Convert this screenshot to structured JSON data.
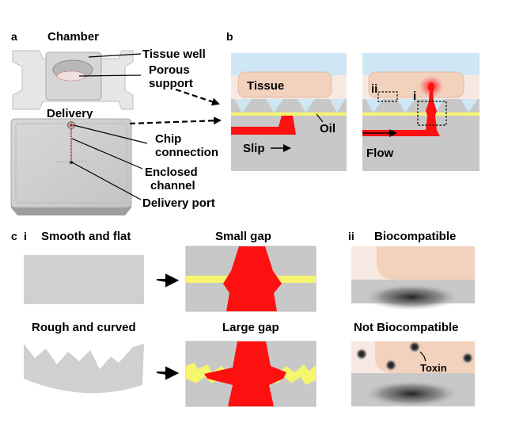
{
  "colors": {
    "tissue": "#f2d1bd",
    "tissue_dark": "#e6bda4",
    "media": "#cfe6f4",
    "slip": "#c8c8c8",
    "oil": "#f5f56e",
    "delivery": "#ff1010",
    "device_frame": "#dcdcdc"
  },
  "panel_a": {
    "letter": "a",
    "chamber_title": "Chamber",
    "delivery_title": "Delivery",
    "callouts": {
      "tissue_well": "Tissue well",
      "porous_1": "Porous",
      "porous_2": "support",
      "chip_1": "Chip",
      "chip_2": "connection",
      "enclosed_1": "Enclosed",
      "enclosed_2": "channel",
      "delivery_port": "Delivery port"
    }
  },
  "panel_b": {
    "letter": "b",
    "tissue": "Tissue",
    "oil": "Oil",
    "slip": "Slip",
    "flow": "Flow",
    "box_ii": "ii",
    "box_i": "i"
  },
  "panel_c": {
    "letter": "c",
    "sub_i": "i",
    "sub_ii": "ii",
    "smooth": "Smooth and flat",
    "rough": "Rough and curved",
    "small_gap": "Small gap",
    "large_gap": "Large gap",
    "biocompatible": "Biocompatible",
    "not_biocompatible": "Not Biocompatible",
    "toxin": "Toxin"
  }
}
